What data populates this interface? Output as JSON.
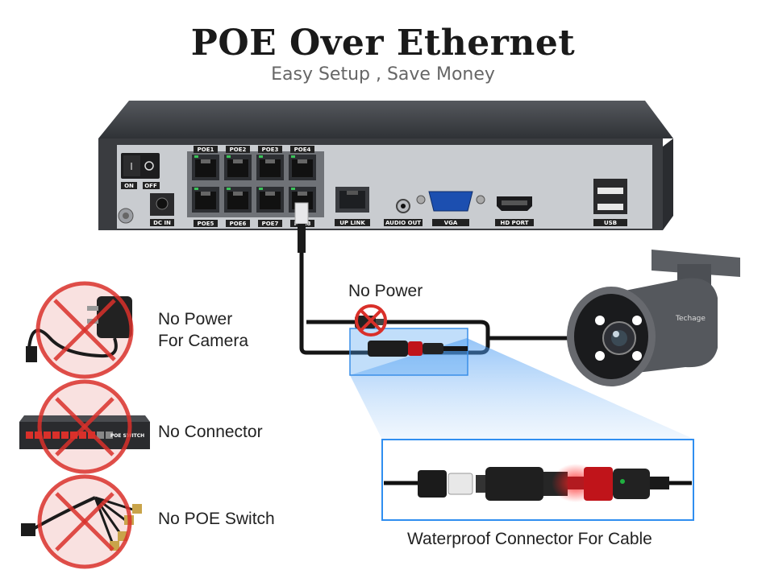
{
  "header": {
    "title": "POE Over Ethernet",
    "subtitle": "Easy Setup , Save Money"
  },
  "nvr": {
    "power_on": "ON",
    "power_off": "OFF",
    "dc_in": "DC IN",
    "poe_ports": [
      "POE1",
      "POE2",
      "POE3",
      "POE4",
      "POE5",
      "POE6",
      "POE7",
      "POE8"
    ],
    "uplink": "UP LINK",
    "audio_out": "AUDIO OUT",
    "vga": "VGA",
    "hd_port": "HD PORT",
    "usb": "USB"
  },
  "camera": {
    "brand": "Techage"
  },
  "callouts": {
    "no_power": "No Power",
    "waterproof": "Waterproof Connector For Cable"
  },
  "not_needed": [
    {
      "icon": "power-adapter-icon",
      "line1": "No Power",
      "line2": "For Camera"
    },
    {
      "icon": "poe-switch-icon",
      "line1": "No Connector",
      "line2": "",
      "device_text": "POE SWITCH"
    },
    {
      "icon": "splitter-cable-icon",
      "line1": "No POE Switch",
      "line2": ""
    }
  ],
  "colors": {
    "cross": "#d9302a",
    "highlight": "#2f8ef0",
    "panel": "#c9ccd0",
    "chassis": "#3d3f43"
  }
}
